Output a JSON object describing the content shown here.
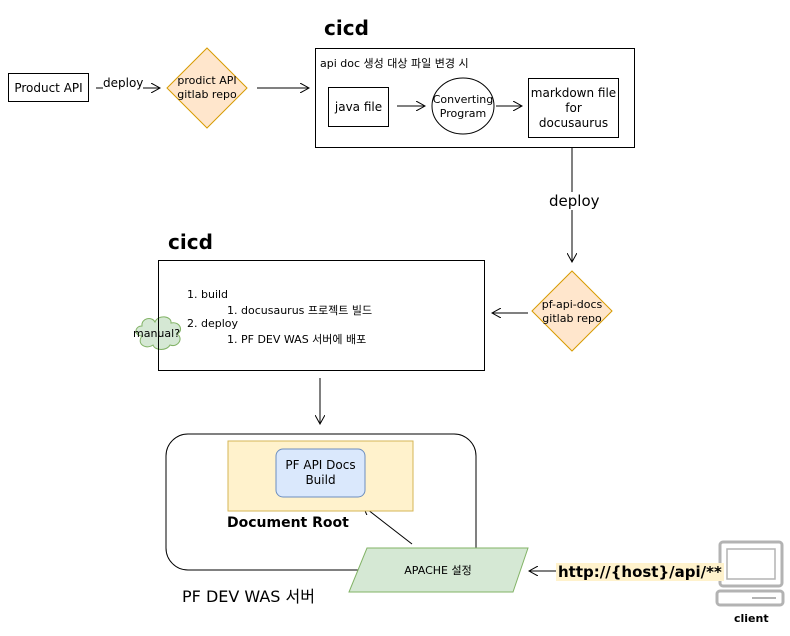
{
  "product_api": "Product API",
  "deploy_label_1": "deploy",
  "product_repo": {
    "line1": "prodict API",
    "line2": "gitlab repo"
  },
  "cicd_top": {
    "title": "cicd",
    "caption": "api doc 생성 대상 파일 변경 시",
    "java_file": "java file",
    "converting": {
      "line1": "Converting",
      "line2": "Program"
    },
    "markdown": {
      "line1": "markdown file",
      "line2": "for docusaurus"
    }
  },
  "deploy_label_2": "deploy",
  "docs_repo": {
    "line1": "pf-api-docs",
    "line2": "gitlab repo"
  },
  "cicd_bottom": {
    "title": "cicd",
    "step1": "1. build",
    "step1_sub": "1. docusaurus 프로젝트 빌드",
    "step2": "2. deploy",
    "step2_sub": "1. PF DEV WAS 서버에 배포",
    "manual": "manual?"
  },
  "was_server": {
    "label": "PF DEV WAS 서버",
    "doc_root": "Document Root",
    "build_box": {
      "line1": "PF API Docs",
      "line2": "Build"
    },
    "apache": "APACHE 설정"
  },
  "url": "http://{host}/api/**",
  "client": "client",
  "colors": {
    "diamond_fill": "#ffe6cc",
    "diamond_stroke": "#d79b00",
    "docroot_fill": "#fff2cc",
    "docroot_stroke": "#d6b656",
    "build_fill": "#dae8fc",
    "build_stroke": "#6c8ebf",
    "apache_fill": "#d5e8d4",
    "apache_stroke": "#82b366",
    "url_highlight": "#fff2cc"
  }
}
